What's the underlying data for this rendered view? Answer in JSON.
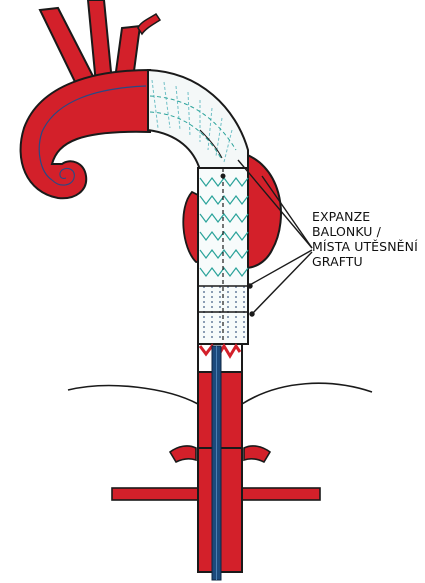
{
  "label": {
    "lines": [
      "EXPANZE",
      "BALONKU /",
      "MÍSTA UTĚSNĚNÍ",
      "GRAFTU"
    ]
  },
  "colors": {
    "vessel_red": "#d3202a",
    "outline": "#1a1a1a",
    "graft_teal": "#2aa39a",
    "graft_blue": "#1f3f6e",
    "catheter_blue": "#1c4a7c",
    "background": "#ffffff"
  }
}
